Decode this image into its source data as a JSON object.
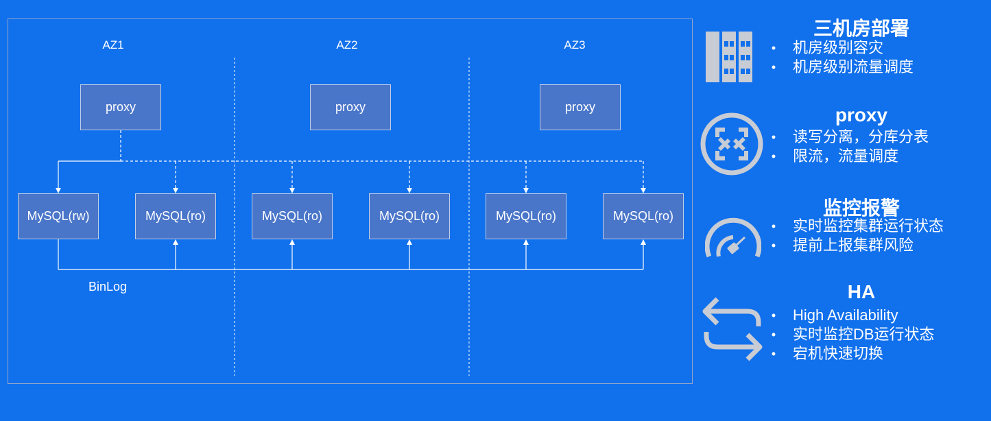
{
  "diagram": {
    "az_labels": [
      "AZ1",
      "AZ2",
      "AZ3"
    ],
    "proxy_label": "proxy",
    "databases": [
      "MySQL(rw)",
      "MySQL(ro)",
      "MySQL(ro)",
      "MySQL(ro)",
      "MySQL(ro)",
      "MySQL(ro)"
    ],
    "binlog_label": "BinLog"
  },
  "features": [
    {
      "title": "三机房部署",
      "icon": "building-icon",
      "items": [
        "机房级别容灾",
        "机房级别流量调度"
      ]
    },
    {
      "title": "proxy",
      "icon": "router-icon",
      "items": [
        "读写分离，分库分表",
        "限流，流量调度"
      ]
    },
    {
      "title": "监控报警",
      "icon": "gauge-icon",
      "items": [
        "实时监控集群运行状态",
        "提前上报集群风险"
      ]
    },
    {
      "title": "HA",
      "icon": "switch-arrows-icon",
      "items": [
        "High Availability",
        "实时监控DB运行状态",
        "宕机快速切换"
      ]
    }
  ],
  "colors": {
    "background": "#1170EC",
    "box_fill": "#4A76C9",
    "icon_gray": "#C8CCD4"
  }
}
